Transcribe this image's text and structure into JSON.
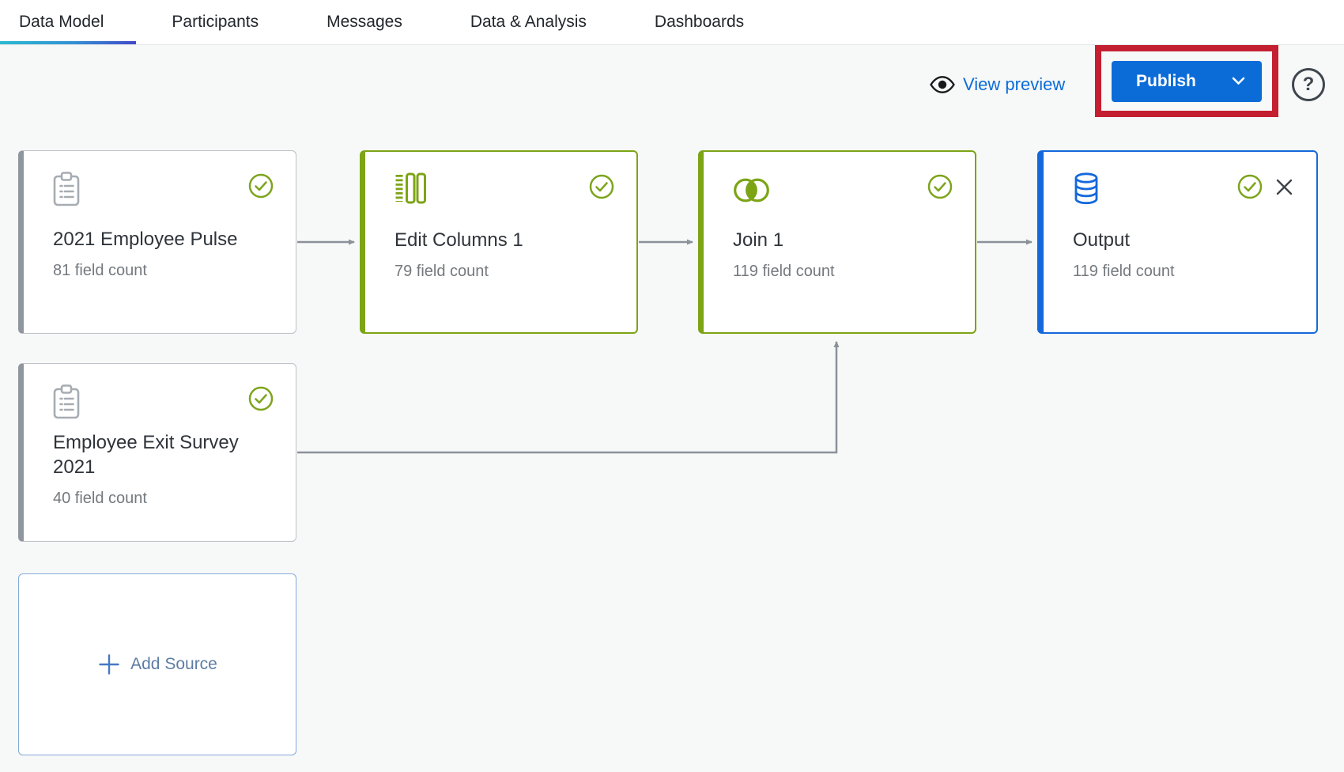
{
  "nav": {
    "tabs": [
      {
        "label": "Data Model",
        "active": true
      },
      {
        "label": "Participants",
        "active": false
      },
      {
        "label": "Messages",
        "active": false
      },
      {
        "label": "Data & Analysis",
        "active": false
      },
      {
        "label": "Dashboards",
        "active": false
      }
    ]
  },
  "toolbar": {
    "view_preview_label": "View preview",
    "publish_label": "Publish",
    "help_glyph": "?"
  },
  "canvas": {
    "nodes": [
      {
        "title": "2021 Employee Pulse",
        "field_count": "81 field count",
        "kind": "survey-source",
        "status": "complete"
      },
      {
        "title": "Edit Columns 1",
        "field_count": "79 field count",
        "kind": "edit-columns",
        "status": "complete"
      },
      {
        "title": "Join 1",
        "field_count": "119 field count",
        "kind": "join",
        "status": "complete"
      },
      {
        "title": "Output",
        "field_count": "119 field count",
        "kind": "output",
        "status": "complete",
        "closable": true
      },
      {
        "title": "Employee Exit Survey 2021",
        "field_count": "40 field count",
        "kind": "survey-source",
        "status": "complete"
      }
    ],
    "add_source_label": "Add Source"
  },
  "colors": {
    "primary_blue": "#0B6CD8",
    "node_blue": "#1468DC",
    "node_green": "#7CA415",
    "node_gray": "#8F969E",
    "status_green": "#7DA41D",
    "highlight_red": "#C41E31",
    "connector_gray": "#8A9199",
    "tab_underline_start": "#2ABACF",
    "tab_underline_end": "#4348C9",
    "canvas_bg": "#F7F8F8"
  }
}
